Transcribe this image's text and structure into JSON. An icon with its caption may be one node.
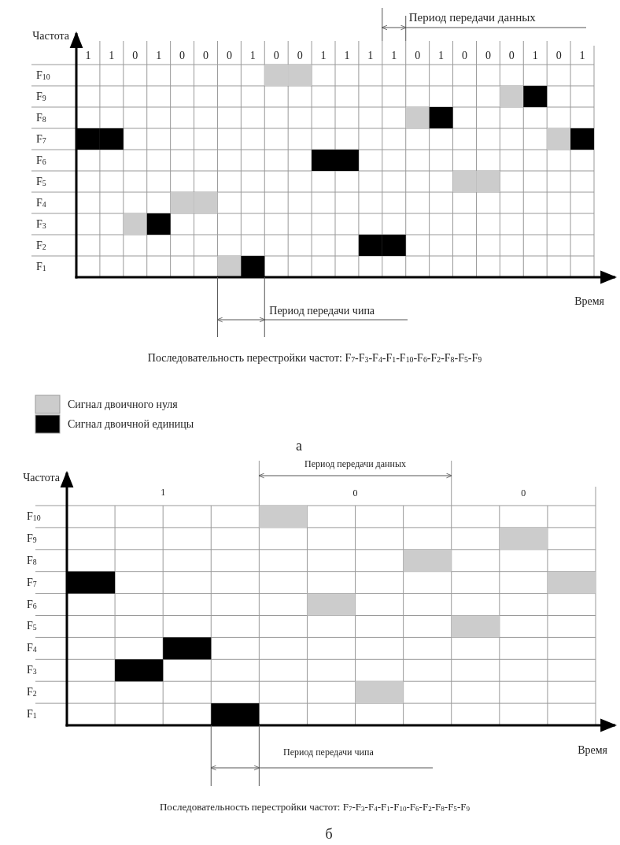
{
  "diagram": {
    "labels": [
      "Период передачи данных",
      "Частота",
      "1",
      "1",
      "0",
      "1",
      "0",
      "0",
      "0",
      "1",
      "0",
      "0",
      "1",
      "1",
      "1",
      "1",
      "0",
      "1",
      "0",
      "0",
      "0",
      "1",
      "0",
      "1",
      "F$_{10}$",
      "F$_{9}$",
      "F$_{8}$",
      "F$_{7}$",
      "F$_{6}$",
      "F$_{5}$",
      "F$_{4}$",
      "F$_{3}$",
      "F$_{2}$",
      "F$_{1}$",
      "Период передачи чипа",
      "Время",
      "Последовательность перестройки частот: F$_{7}$-F$_{3}$-F$_{4}$-F$_{1}$-F$_{10}$-F$_{6}$-F$_{2}$-F$_{8}$-F$_{5}$-F$_{9}$",
      "а",
      "Период передачи данных",
      "Частота",
      "1",
      "0",
      "0",
      "F$_{10}$",
      "F$_{9}$",
      "F$_{8}$",
      "F$_{7}$",
      "F$_{6}$",
      "F$_{5}$",
      "F$_{4}$",
      "F$_{3}$",
      "F$_{2}$",
      "F$_{1}$",
      "Период передачи чипа",
      "Время",
      "Последовательность перестройки частот: F$_{7}$-F$_{3}$-F$_{4}$-F$_{1}$-F$_{10}$-F$_{6}$-F$_{2}$-F$_{8}$-F$_{5}$-F$_{9}$",
      "б"
    ],
    "legend": [
      {
        "text": "Сигнал двоичного нуля",
        "color": "#cccccc"
      },
      {
        "text": "Сигнал двоичной единицы",
        "color": "#000000"
      }
    ]
  }
}
